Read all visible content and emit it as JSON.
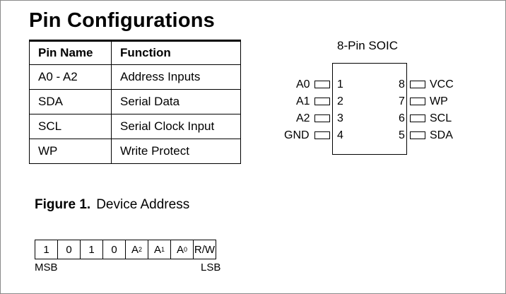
{
  "title": "Pin Configurations",
  "pin_table": {
    "headers": [
      "Pin Name",
      "Function"
    ],
    "rows": [
      [
        "A0 - A2",
        "Address Inputs"
      ],
      [
        "SDA",
        "Serial Data"
      ],
      [
        "SCL",
        "Serial Clock Input"
      ],
      [
        "WP",
        "Write Protect"
      ]
    ]
  },
  "soic": {
    "title": "8-Pin SOIC",
    "left_pins": [
      {
        "name": "A0",
        "num": "1"
      },
      {
        "name": "A1",
        "num": "2"
      },
      {
        "name": "A2",
        "num": "3"
      },
      {
        "name": "GND",
        "num": "4"
      }
    ],
    "right_pins": [
      {
        "name": "VCC",
        "num": "8"
      },
      {
        "name": "WP",
        "num": "7"
      },
      {
        "name": "SCL",
        "num": "6"
      },
      {
        "name": "SDA",
        "num": "5"
      }
    ]
  },
  "figure": {
    "label": "Figure 1.",
    "caption": "Device Address",
    "bits": [
      {
        "main": "1",
        "sub": ""
      },
      {
        "main": "0",
        "sub": ""
      },
      {
        "main": "1",
        "sub": ""
      },
      {
        "main": "0",
        "sub": ""
      },
      {
        "main": "A",
        "sub": "2"
      },
      {
        "main": "A",
        "sub": "1"
      },
      {
        "main": "A",
        "sub": "0"
      },
      {
        "main": "R/W",
        "sub": ""
      }
    ],
    "msb": "MSB",
    "lsb": "LSB"
  }
}
